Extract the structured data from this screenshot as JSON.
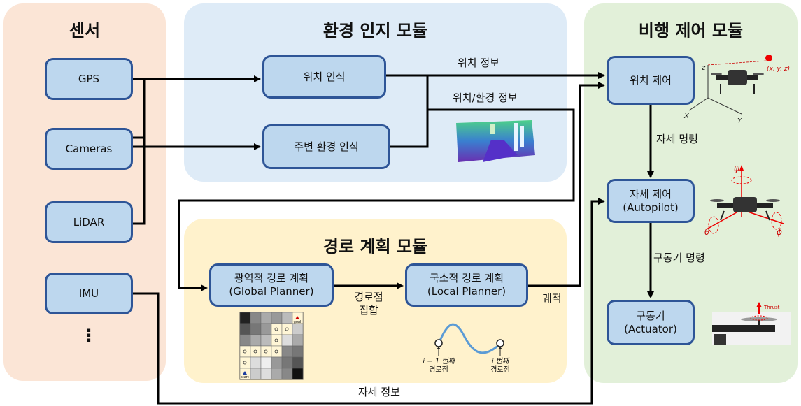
{
  "panels": {
    "sensor": {
      "title": "센서"
    },
    "perception": {
      "title": "환경 인지 모듈"
    },
    "flight": {
      "title": "비행 제어 모듈"
    },
    "planning": {
      "title": "경로 계획 모듈"
    }
  },
  "sensors": {
    "gps": "GPS",
    "cameras": "Cameras",
    "lidar": "LiDAR",
    "imu": "IMU",
    "more": "⋮"
  },
  "perception": {
    "localization": "위치 인식",
    "environment": "주변 환경 인식"
  },
  "planning": {
    "global": {
      "line1": "광역적 경로 계획",
      "line2": "(Global Planner)"
    },
    "local": {
      "line1": "국소적 경로 계획",
      "line2": "(Local Planner)"
    },
    "grid": {
      "goal": "goal",
      "start": "start"
    },
    "curve": {
      "prev": {
        "line1": "i − 1 번째",
        "line2": "경로점"
      },
      "next": {
        "line1": "i 번째",
        "line2": "경로점"
      }
    }
  },
  "flight": {
    "position": "위치 제어",
    "attitude": {
      "line1": "자세 제어",
      "line2": "(Autopilot)"
    },
    "actuator": {
      "line1": "구동기",
      "line2": "(Actuator)"
    },
    "axes": {
      "x": "X",
      "y": "Y",
      "z": "z",
      "target": "(x, y, z)"
    },
    "angles": {
      "psi": "ψ",
      "theta": "θ",
      "phi": "ϕ"
    },
    "thrust": "Thrust"
  },
  "edges": {
    "position_info": "위치 정보",
    "pos_env_info": "위치/환경 정보",
    "attitude_cmd": "자세 명령",
    "actuator_cmd": "구동기 명령",
    "waypoints": {
      "line1": "경로점",
      "line2": "집합"
    },
    "trajectory": "궤적",
    "attitude_info": "자세 정보"
  },
  "colors": {
    "sensor_panel": "#fbe5d6",
    "perception_panel": "#deebf7",
    "planning_panel": "#fff2cc",
    "flight_panel": "#e2f0d9",
    "box_fill": "#bdd7ee",
    "box_border": "#2e5597"
  }
}
